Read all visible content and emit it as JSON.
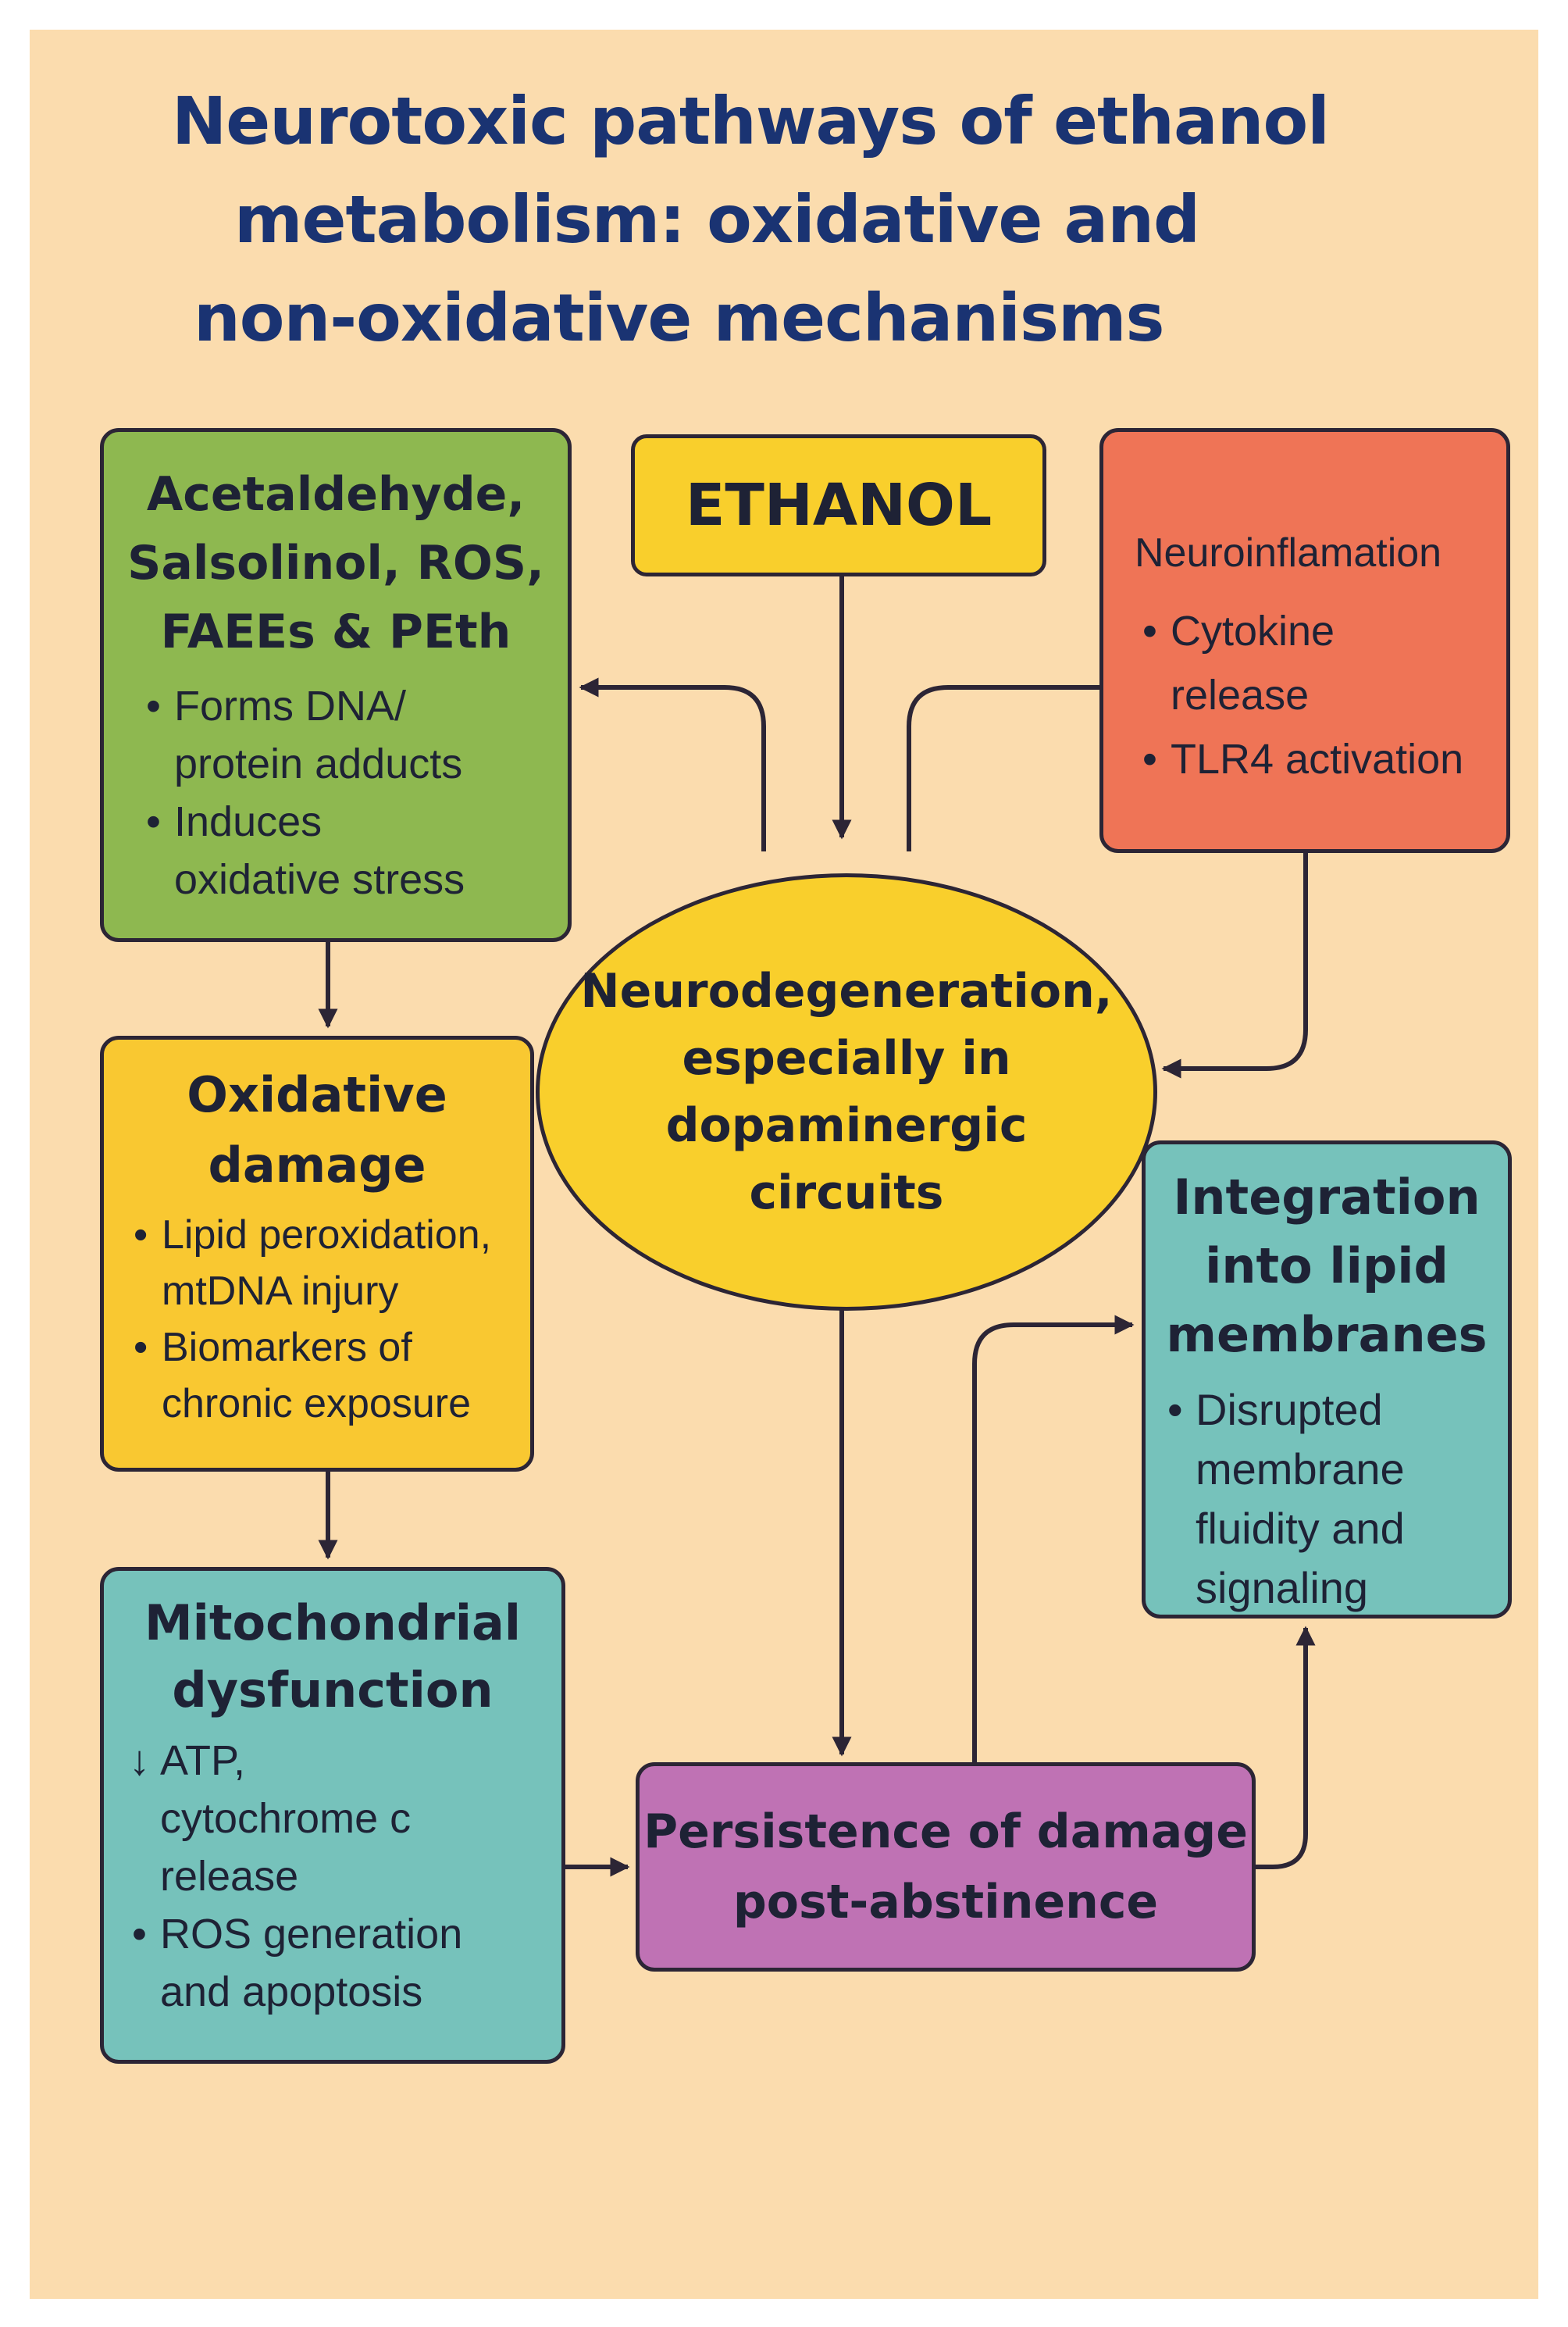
{
  "title": {
    "line1": "Neurotoxic pathways of ethanol",
    "line2": "metabolism: oxidative and",
    "line3": "non-oxidative mechanisms"
  },
  "nodes": {
    "metabolites": {
      "title": [
        "Acetaldehyde,",
        "Salsolinol, ROS,",
        "FAEEs & PEth"
      ],
      "bullets": [
        [
          "Forms DNA/",
          "protein adducts"
        ],
        [
          "Induces",
          "oxidative stress"
        ]
      ]
    },
    "ethanol": {
      "title": "ETHANOL"
    },
    "neuroinflammation": {
      "title": "Neuroinflamation",
      "bullets": [
        [
          "Cytokine",
          "release"
        ],
        [
          "TLR4 activation"
        ]
      ]
    },
    "oxidative_damage": {
      "title": [
        "Oxidative",
        "damage"
      ],
      "bullets": [
        [
          "Lipid peroxidation,",
          "mtDNA injury"
        ],
        [
          "Biomarkers of",
          "chronic exposure"
        ]
      ]
    },
    "neurodegeneration": {
      "title": [
        "Neurodegeneration,",
        "especially in",
        "dopaminergic",
        "circuits"
      ]
    },
    "lipid_membranes": {
      "title": [
        "Integration",
        "into lipid",
        "membranes"
      ],
      "bullets": [
        [
          "Disrupted",
          "membrane",
          "fluidity and",
          "signaling"
        ]
      ]
    },
    "mitochondrial": {
      "title": [
        "Mitochondrial",
        "dysfunction"
      ],
      "bullets": [
        [
          "ATP,",
          "cytochrome c",
          "release"
        ],
        [
          "ROS generation",
          "and apoptosis"
        ]
      ]
    },
    "persistence": {
      "title": [
        "Persistence of damage",
        "post-abstinence"
      ]
    }
  },
  "edges": [
    {
      "from": "ethanol",
      "to": "neurodegeneration"
    },
    {
      "from": "neurodegeneration",
      "to": "metabolites"
    },
    {
      "from": "neuroinflammation",
      "to": "neurodegeneration"
    },
    {
      "from": "metabolites",
      "to": "oxidative_damage"
    },
    {
      "from": "oxidative_damage",
      "to": "mitochondrial"
    },
    {
      "from": "mitochondrial",
      "to": "persistence"
    },
    {
      "from": "neurodegeneration",
      "to": "persistence"
    },
    {
      "from": "persistence",
      "to": "lipid_membranes"
    }
  ],
  "colors": {
    "background": "#fbdcae",
    "title": "#1a3372",
    "green": "#8eb850",
    "yellow": "#f9cf2c",
    "red": "#ef7456",
    "teal": "#76c2bb",
    "purple": "#bf72b4",
    "line": "#2c2535"
  }
}
